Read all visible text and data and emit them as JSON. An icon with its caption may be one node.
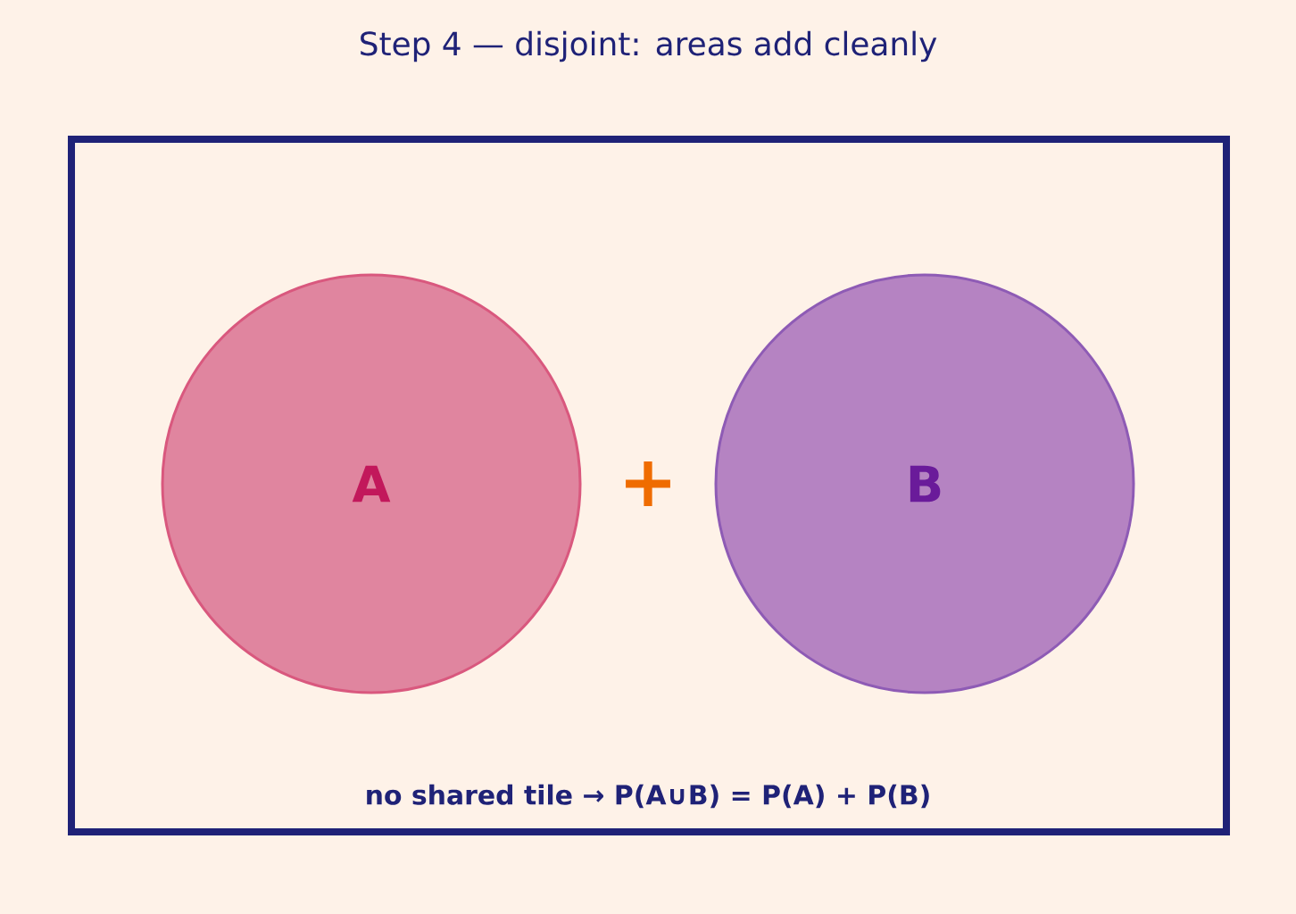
{
  "diagram": {
    "title": "Step 4 — disjoint: areas add cleanly",
    "nodes": [
      {
        "text": [],
        "shape": "box"
      },
      {
        "text": [
          "A"
        ],
        "in": 0
      },
      {
        "text": [
          "B"
        ],
        "in": 0
      }
    ],
    "labels": [
      "+",
      "no shared tile  →  P(A∪B) = P(A) + P(B)"
    ]
  }
}
